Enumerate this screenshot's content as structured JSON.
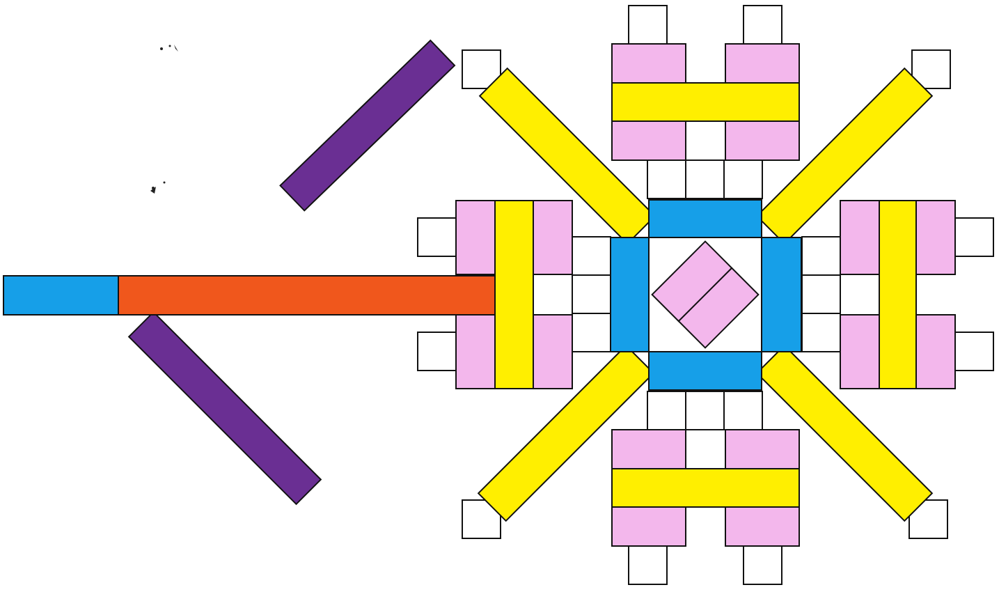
{
  "figure": {
    "description_free": true,
    "colors": {
      "blue": "#169fe8",
      "orange": "#f0571c",
      "purple": "#6a2f93",
      "yellow": "#ffef00",
      "pink": "#f3b7ec",
      "white": "#ffffff",
      "outline": "#111111"
    },
    "groups": [
      {
        "name": "arrow-shaft",
        "color": "orange"
      },
      {
        "name": "arrow-tail",
        "color": "blue"
      },
      {
        "name": "arrow-barbs",
        "color": "purple"
      },
      {
        "name": "center-frame",
        "color": "blue"
      },
      {
        "name": "center-diamond",
        "color": "pink"
      },
      {
        "name": "diagonal-arms",
        "color": "yellow"
      },
      {
        "name": "cross-bars",
        "color": "yellow"
      },
      {
        "name": "pink-tiles",
        "color": "pink"
      },
      {
        "name": "connector-squares",
        "color": "white"
      }
    ]
  }
}
